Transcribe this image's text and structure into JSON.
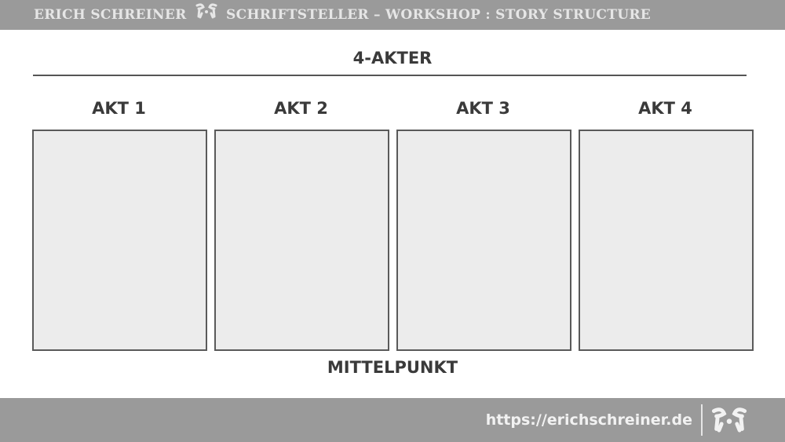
{
  "header": {
    "left_text": "ERICH SCHREINER",
    "right_text": "SCHRIFTSTELLER – WORKSHOP : STORY STRUCTURE"
  },
  "diagram": {
    "title": "4-AKTER",
    "acts": [
      {
        "label": "AKT 1"
      },
      {
        "label": "AKT 2"
      },
      {
        "label": "AKT 3"
      },
      {
        "label": "AKT 4"
      }
    ],
    "midpoint_label": "MITTELPUNKT"
  },
  "footer": {
    "url": "https://erichschreiner.de"
  },
  "colors": {
    "bar": "#9a9a9a",
    "box_fill": "#ececec",
    "box_border": "#5a5a5a",
    "text": "#3a3a3a"
  }
}
